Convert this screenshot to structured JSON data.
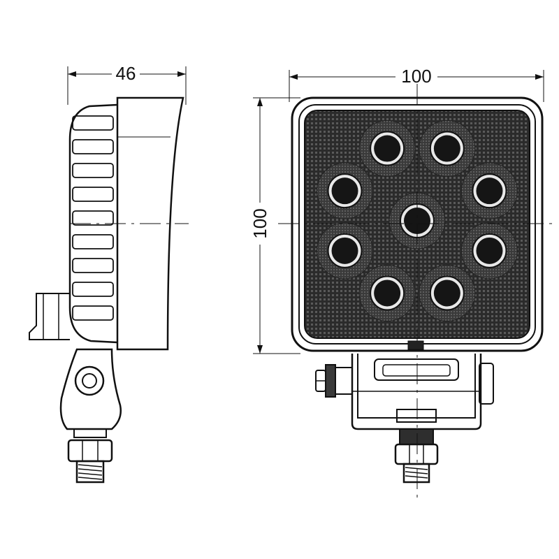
{
  "dimensions": {
    "side_width": "46",
    "front_width": "100",
    "front_height": "100"
  },
  "led_count": 9,
  "colors": {
    "line": "#111111",
    "lens": "#2b2b2b",
    "led_core": "#151515",
    "background": "#ffffff"
  }
}
